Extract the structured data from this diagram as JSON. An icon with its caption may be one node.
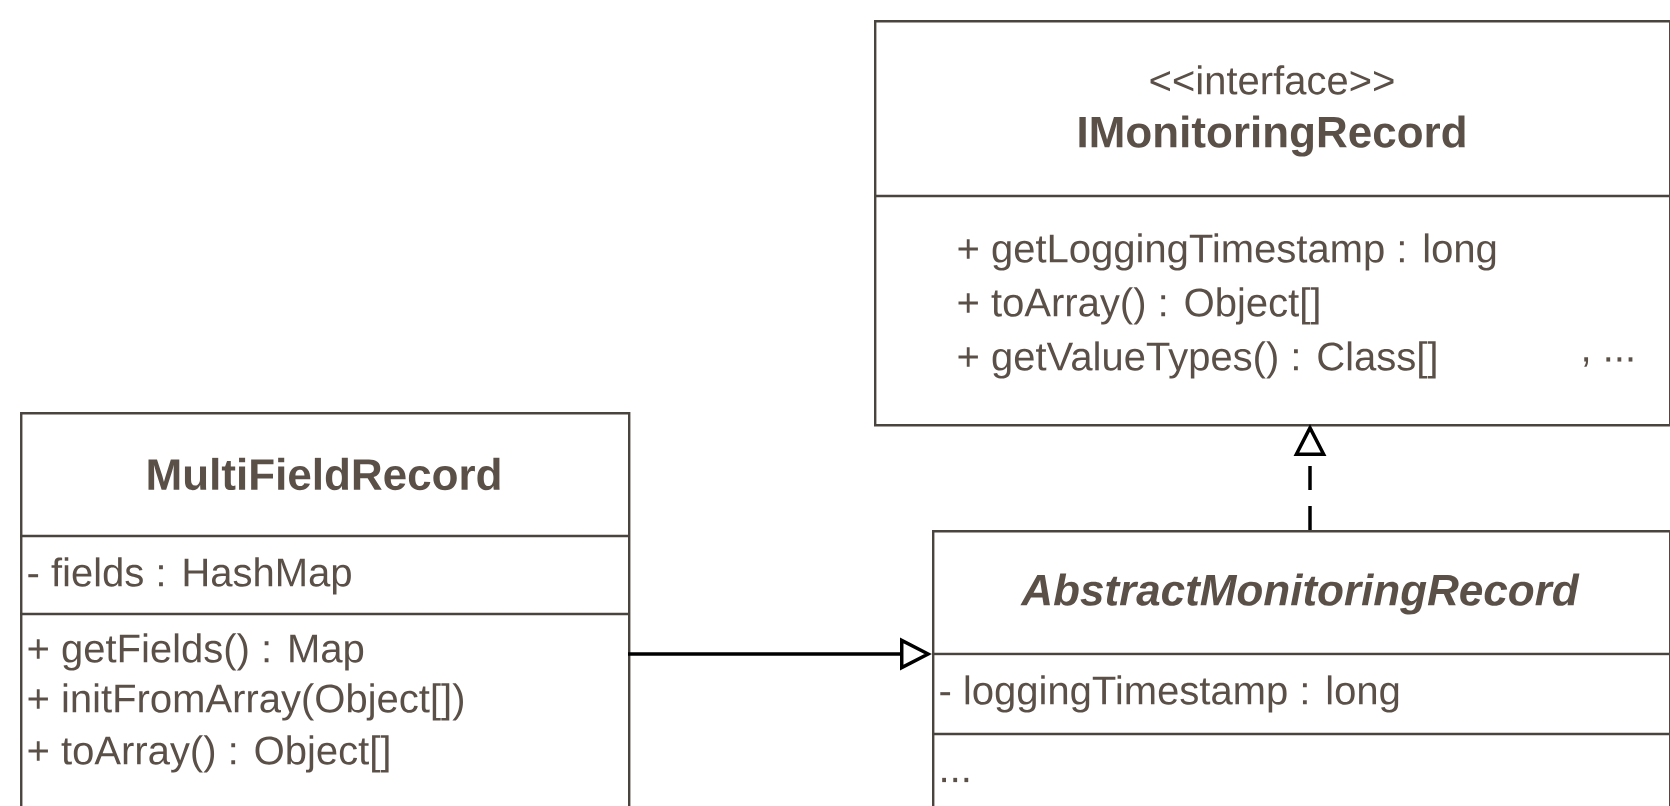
{
  "diagram": {
    "nodes": [
      {
        "text": [
          "MultiFieldRecord",
          "- fields : HashMap",
          "+ getFields() : Map",
          "+ initFromArray(Object[])",
          "+ toArray() : Object[]"
        ]
      },
      {
        "text": [
          "<<interface>>",
          "IMonitoringRecord",
          "+ getLoggingTimestamp : long",
          "+ toArray() : Object[]",
          "+ getValueTypes() : Class[]",
          ", ..."
        ]
      },
      {
        "text": [
          "AbstractMonitoringRecord",
          "- loggingTimestamp : long",
          "..."
        ]
      }
    ],
    "edges": [
      {
        "from": 0,
        "to": 2,
        "arrow": "to"
      },
      {
        "from": 2,
        "to": 1,
        "arrow": "to",
        "style": "dashed"
      }
    ]
  }
}
